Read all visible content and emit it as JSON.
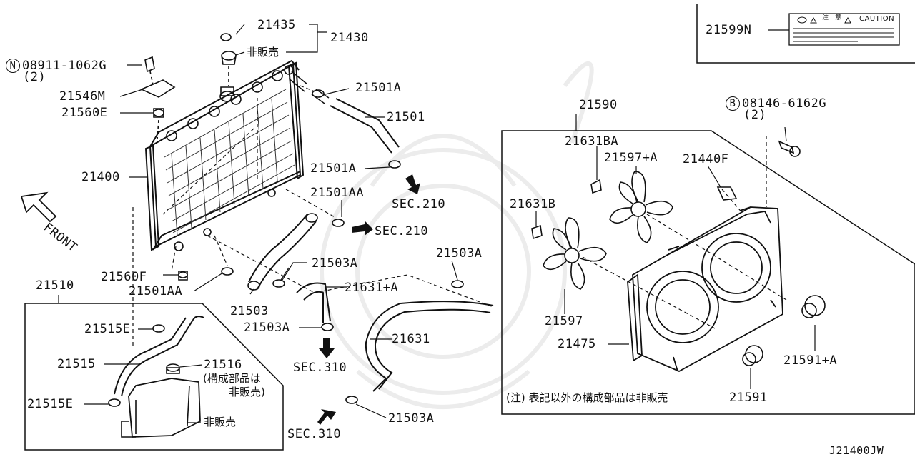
{
  "callouts": {
    "p21435": "21435",
    "p21430": "21430",
    "hihanbai_top": "非販売",
    "n_badge": "N",
    "p08911": "08911-1062G",
    "qty_n": "(2)",
    "p21546M": "21546M",
    "p21560E": "21560E",
    "p21400": "21400",
    "p21560F": "21560F",
    "p21501AA_a": "21501AA",
    "p21501A_a": "21501A",
    "p21501": "21501",
    "p21501A_b": "21501A",
    "p21501AA_b": "21501AA",
    "sec210_a": "SEC.210",
    "sec210_b": "SEC.210",
    "p21503A_a": "21503A",
    "p21631A": "21631+A",
    "p21503": "21503",
    "p21503A_b": "21503A",
    "sec310_a": "SEC.310",
    "p21503A_c": "21503A",
    "p21631": "21631",
    "p21503A_d": "21503A",
    "sec310_b": "SEC.310",
    "front": "FRONT",
    "p21510": "21510",
    "p21515E_a": "21515E",
    "p21515": "21515",
    "p21516": "21516",
    "note_kousei": "(構成部品は",
    "note_hihanbai": "非販売)",
    "p21515E_b": "21515E",
    "hihanbai_tank": "非販売",
    "p21599N": "21599N",
    "caution_label": "CAUTION",
    "caution_jp1": "注",
    "caution_jp2": "意",
    "p21590": "21590",
    "b_badge": "B",
    "p08146": "08146-6162G",
    "qty_b": "(2)",
    "p21631BA": "21631BA",
    "p21597A": "21597+A",
    "p21440F": "21440F",
    "p21631B": "21631B",
    "p21597": "21597",
    "p21475": "21475",
    "p21591A": "21591+A",
    "p21591": "21591",
    "note_fan": "(注) 表記以外の構成部品は非販売",
    "diagram_id": "J21400JW"
  }
}
